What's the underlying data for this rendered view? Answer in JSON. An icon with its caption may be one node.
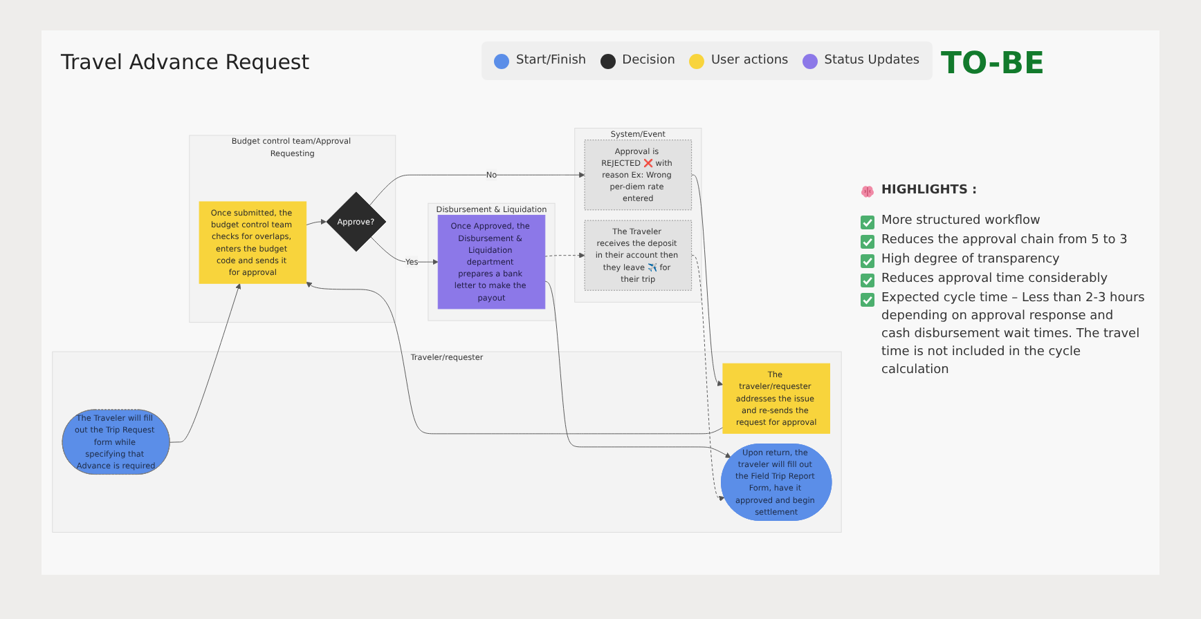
{
  "diagram": {
    "title": "Travel Advance Request",
    "nodes": [
      {
        "text": [
          "Traveler/requester"
        ]
      },
      {
        "text": [
          "The Traveler will fill out the Trip Request form while specifying that Advance is required"
        ],
        "in": 0
      },
      {
        "text": [
          "The traveler/requester addresses the issue and re-sends the request for approval"
        ],
        "in": 0
      },
      {
        "text": [
          "Upon return, the traveler will fill out the Field Trip Report Form, have it approved and begin settlement"
        ],
        "in": 0
      },
      {
        "text": [
          "System/Event"
        ]
      },
      {
        "text": [
          "Approval is REJECTED ❌ with reason Ex: Wrong per-diem rate entered"
        ],
        "in": 4
      },
      {
        "text": [
          "The Traveler receives the deposit in their account then they leave ✈️ for their trip"
        ],
        "in": 4
      },
      {
        "text": [
          "Budget control team/Approval Requesting"
        ]
      },
      {
        "text": [
          "Once submitted, the budget control team checks for overlaps, enters the budget code and sends it for approval"
        ],
        "in": 7
      },
      {
        "text": [
          "Approve?"
        ],
        "in": 7
      },
      {
        "text": [
          "Disbursement & Liquidation"
        ]
      },
      {
        "text": [
          "Once Approved, the Disbursement & Liquidation department prepares a bank letter to make the payout"
        ],
        "in": 10
      }
    ],
    "edges": [
      {
        "from": 1,
        "to": 8,
        "arrow": "to"
      },
      {
        "from": 2,
        "to": 8,
        "arrow": "to"
      },
      {
        "from": 8,
        "to": 9,
        "arrow": "to"
      },
      {
        "from": 9,
        "to": 5,
        "arrow": "to",
        "label": "No"
      },
      {
        "from": 5,
        "to": 2,
        "arrow": "to"
      },
      {
        "from": 9,
        "to": 11,
        "arrow": "to",
        "label": "Yes"
      },
      {
        "from": 11,
        "to": 3,
        "arrow": "to"
      },
      {
        "from": 11,
        "to": 6,
        "arrow": "to",
        "style": "dashed"
      },
      {
        "from": 6,
        "to": 3,
        "arrow": "to",
        "style": "dashed"
      }
    ],
    "labels": [
      "TO-BE",
      "HIGHLIGHTS :",
      "More structured workflow",
      "Reduces the approval chain from 5 to 3",
      "High degree of transparency",
      "Reduces approval time considerably",
      "Expected cycle time – Less than 2-3 hours depending on approval response and cash disbursement wait times. The travel time is not included in the cycle calculation"
    ],
    "legend": [
      {
        "text": "Start/Finish",
        "color": "#5b8ee8"
      },
      {
        "text": "Decision",
        "color": "#2b2b2b"
      },
      {
        "text": "User actions",
        "color": "#f8d43c"
      },
      {
        "text": "Status Updates",
        "color": "#8c78e8"
      }
    ]
  }
}
